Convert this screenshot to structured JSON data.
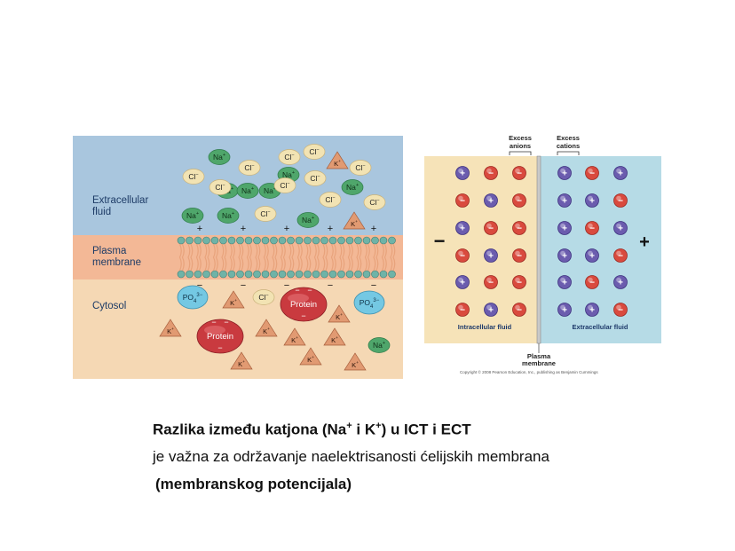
{
  "left_figure": {
    "extracellular_label": [
      "Extracellular",
      "fluid"
    ],
    "plasma_label": [
      "Plasma",
      "membrane"
    ],
    "cytosol_label": "Cytosol",
    "colors": {
      "extracellular": "#a9c6de",
      "membrane": "#f3b896",
      "cytosol": "#f5d8b4",
      "sodium": "#4fa66b",
      "chloride": "#f2e3b3",
      "potassium": "#e19a72",
      "protein": "#c93a3f",
      "phosphate": "#74c8e3"
    },
    "ions": [
      {
        "label": "Na",
        "sup": "+",
        "kind": "sodium"
      },
      {
        "label": "Cl",
        "sup": "−",
        "kind": "chloride"
      },
      {
        "label": "K",
        "sup": "+",
        "kind": "potassium"
      },
      {
        "label": "Protein",
        "sup": "",
        "kind": "protein"
      },
      {
        "label": "PO",
        "sup": "4",
        "kind": "phosphate"
      }
    ],
    "plus_sign": "+",
    "minus_sign": "−"
  },
  "right_figure": {
    "excess_anions": [
      "Excess",
      "anions"
    ],
    "excess_cations": [
      "Excess",
      "cations"
    ],
    "intracellular_label": "Intracellular fluid",
    "extracellular_label": "Extracellular fluid",
    "plasma_membrane": [
      "Plasma",
      "membrane"
    ],
    "left_sign": "−",
    "right_sign": "+",
    "copyright": "Copyright © 2008 Pearson Education, Inc., publishing as Benjamin Cummings",
    "colors": {
      "intracellular": "#f6e3b8",
      "extracellular": "#b6dbe6",
      "anion": "#d94a3e",
      "cation": "#6b5cae"
    },
    "grid_rows": [
      [
        "+",
        "−",
        "−",
        "+",
        "−",
        "+"
      ],
      [
        "−",
        "+",
        "−",
        "+",
        "+",
        "−"
      ],
      [
        "+",
        "−",
        "−",
        "+",
        "−",
        "+"
      ],
      [
        "−",
        "+",
        "−",
        "+",
        "+",
        "−"
      ],
      [
        "+",
        "−",
        "−",
        "+",
        "−",
        "+"
      ],
      [
        "−",
        "+",
        "−",
        "+",
        "+",
        "−"
      ]
    ]
  },
  "caption": {
    "line1": {
      "a": "Razlika između katjona (Na",
      "s1": "+",
      "b": " i K",
      "s2": "+",
      "c": ") u ICT i ECT"
    },
    "line2": "je važna za održavanje naelektrisanosti ćelijskih membrana",
    "line3": "(membranskog potencijala)"
  }
}
